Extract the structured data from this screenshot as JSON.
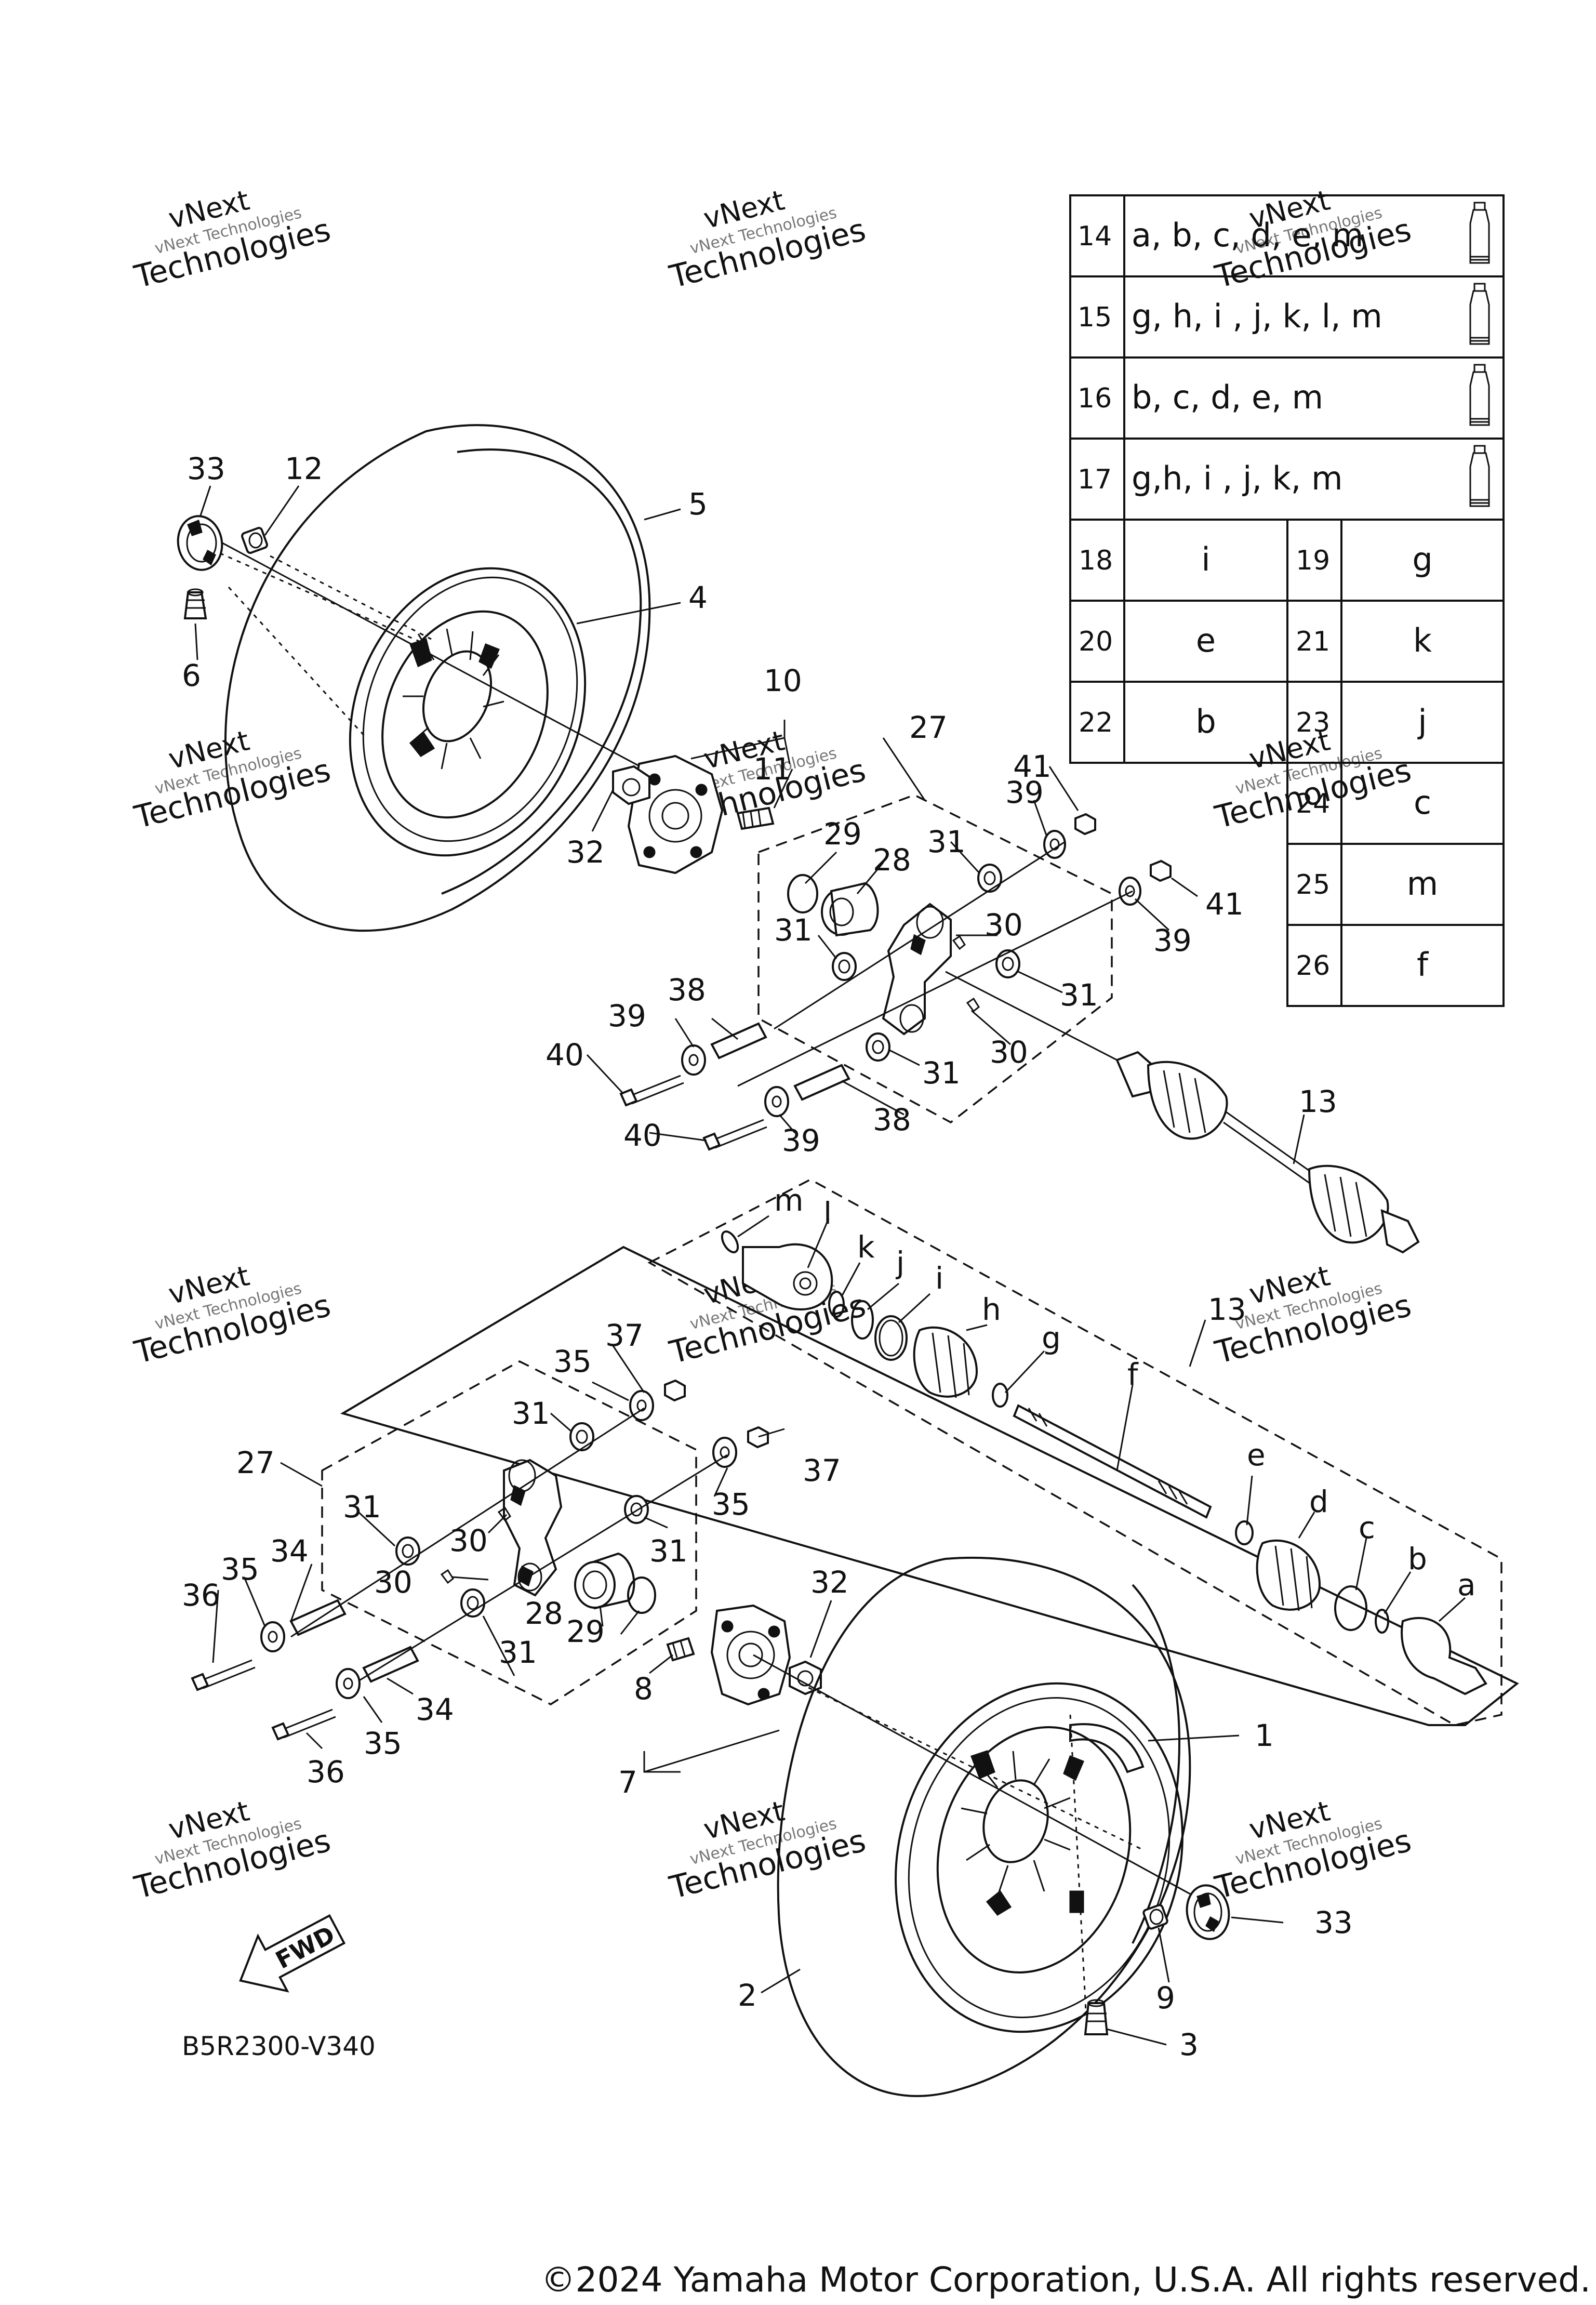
{
  "diagram": {
    "code": "B5R2300-V340",
    "fwd_label": "FWD",
    "copyright": "©2024 Yamaha Motor Corporation, U.S.A. All rights reserved.",
    "watermark": {
      "line1": "vNext Technologies",
      "line2": "Technologies",
      "line0": "vNext"
    }
  },
  "legend": {
    "rows": [
      {
        "num": "14",
        "value": "a, b, c, d, e, m",
        "icon": "grease-tube-icon"
      },
      {
        "num": "15",
        "value": "g, h, i , j, k, l, m",
        "icon": "grease-tube-icon"
      },
      {
        "num": "16",
        "value": "b, c, d, e, m",
        "icon": "grease-tube-icon"
      },
      {
        "num": "17",
        "value": "g,h, i , j, k, m",
        "icon": "grease-tube-icon"
      }
    ],
    "pairs": [
      {
        "num_a": "18",
        "val_a": "i",
        "num_b": "19",
        "val_b": "g"
      },
      {
        "num_a": "20",
        "val_a": "e",
        "num_b": "21",
        "val_b": "k"
      },
      {
        "num_a": "22",
        "val_a": "b",
        "num_b": "23",
        "val_b": "j"
      }
    ],
    "singles": [
      {
        "num": "24",
        "value": "c"
      },
      {
        "num": "25",
        "value": "m"
      },
      {
        "num": "26",
        "value": "f"
      }
    ]
  },
  "callouts": {
    "c1": "1",
    "c2": "2",
    "c3": "3",
    "c4": "4",
    "c5": "5",
    "c6": "6",
    "c7": "7",
    "c8": "8",
    "c9": "9",
    "c10": "10",
    "c11": "11",
    "c12": "12",
    "c13a": "13",
    "c13b": "13",
    "c27a": "27",
    "c27b": "27",
    "c28a": "28",
    "c28b": "28",
    "c29a": "29",
    "c29b": "29",
    "c30a": "30",
    "c30b": "30",
    "c30c": "30",
    "c30d": "30",
    "c31a": "31",
    "c31b": "31",
    "c31c": "31",
    "c31d": "31",
    "c31e": "31",
    "c31f": "31",
    "c31g": "31",
    "c31h": "31",
    "c32a": "32",
    "c32b": "32",
    "c33a": "33",
    "c33b": "33",
    "c34a": "34",
    "c34b": "34",
    "c35a": "35",
    "c35b": "35",
    "c35c": "35",
    "c35d": "35",
    "c36a": "36",
    "c36b": "36",
    "c37a": "37",
    "c37b": "37",
    "c38a": "38",
    "c38b": "38",
    "c39a": "39",
    "c39b": "39",
    "c39c": "39",
    "c39d": "39",
    "c40a": "40",
    "c40b": "40",
    "c41a": "41",
    "c41b": "41"
  },
  "letters": {
    "a": "a",
    "b": "b",
    "c": "c",
    "d": "d",
    "e": "e",
    "f": "f",
    "g": "g",
    "h": "h",
    "i": "i",
    "j": "j",
    "k": "k",
    "l": "l",
    "m": "m"
  }
}
